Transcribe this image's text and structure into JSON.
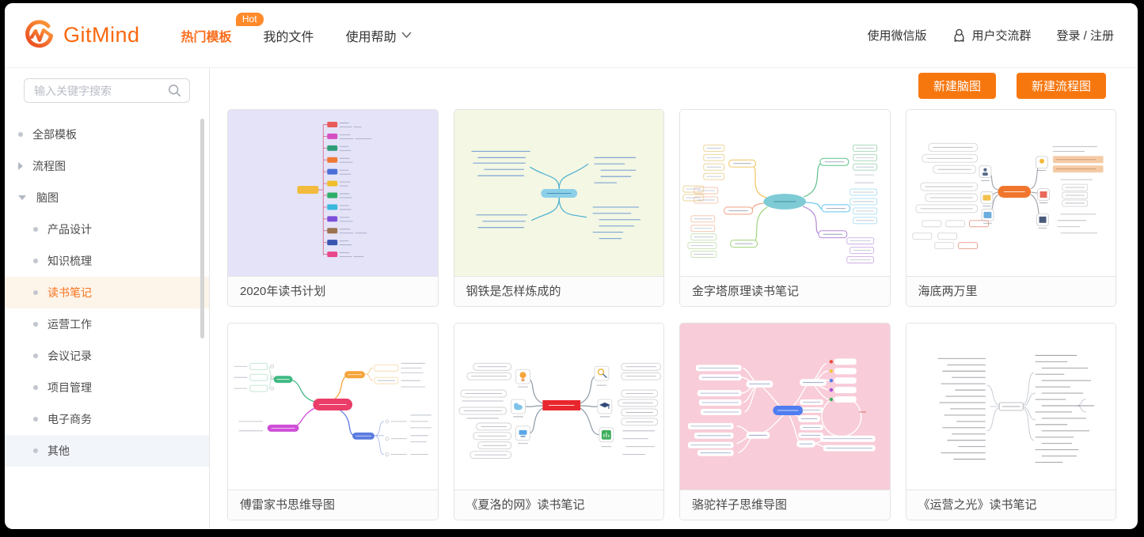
{
  "brand": {
    "name": "GitMind"
  },
  "nav": {
    "templates": "热门模板",
    "hot_badge": "Hot",
    "my_files": "我的文件",
    "help": "使用帮助"
  },
  "header_right": {
    "wechat": "使用微信版",
    "community": "用户交流群",
    "login": "登录 / 注册"
  },
  "sidebar": {
    "search_placeholder": "输入关键字搜索",
    "items": [
      {
        "label": "全部模板"
      },
      {
        "label": "流程图"
      },
      {
        "label": "脑图"
      },
      {
        "label": "产品设计"
      },
      {
        "label": "知识梳理"
      },
      {
        "label": "读书笔记",
        "selected": true
      },
      {
        "label": "运营工作"
      },
      {
        "label": "会议记录"
      },
      {
        "label": "项目管理"
      },
      {
        "label": "电子商务"
      },
      {
        "label": "其他"
      }
    ]
  },
  "actions": {
    "new_mindmap": "新建脑图",
    "new_flowchart": "新建流程图"
  },
  "cards": [
    {
      "title": "2020年读书计划",
      "thumb_bg": "#e4e3f8"
    },
    {
      "title": "钢铁是怎样炼成的",
      "thumb_bg": "#f3f7e3"
    },
    {
      "title": "金字塔原理读书笔记",
      "thumb_bg": "#ffffff"
    },
    {
      "title": "海底两万里",
      "thumb_bg": "#ffffff"
    },
    {
      "title": "傅雷家书思维导图",
      "thumb_bg": "#ffffff"
    },
    {
      "title": "《夏洛的网》读书笔记",
      "thumb_bg": "#ffffff"
    },
    {
      "title": "骆驼祥子思维导图",
      "thumb_bg": "#f8ccd8"
    },
    {
      "title": "《运营之光》读书笔记",
      "thumb_bg": "#ffffff"
    }
  ],
  "icons": {
    "logo": "gitmind-circle-m",
    "search": "magnifier",
    "help_chevron": "chevron-down",
    "community": "qq-penguin",
    "flowchart_caret": "caret-right",
    "mindmap_caret": "caret-down",
    "bullet": "dot"
  },
  "colors": {
    "accent": "#f7770f",
    "brand_orange": "#f9680f",
    "nav_active": "#fa6e1e",
    "hot_badge_bg": "#ff8a2b",
    "sidebar_selected_bg": "#fdf4ea",
    "sidebar_selected_text": "#f7731d",
    "sidebar_hover_bg": "#f2f5fa"
  }
}
